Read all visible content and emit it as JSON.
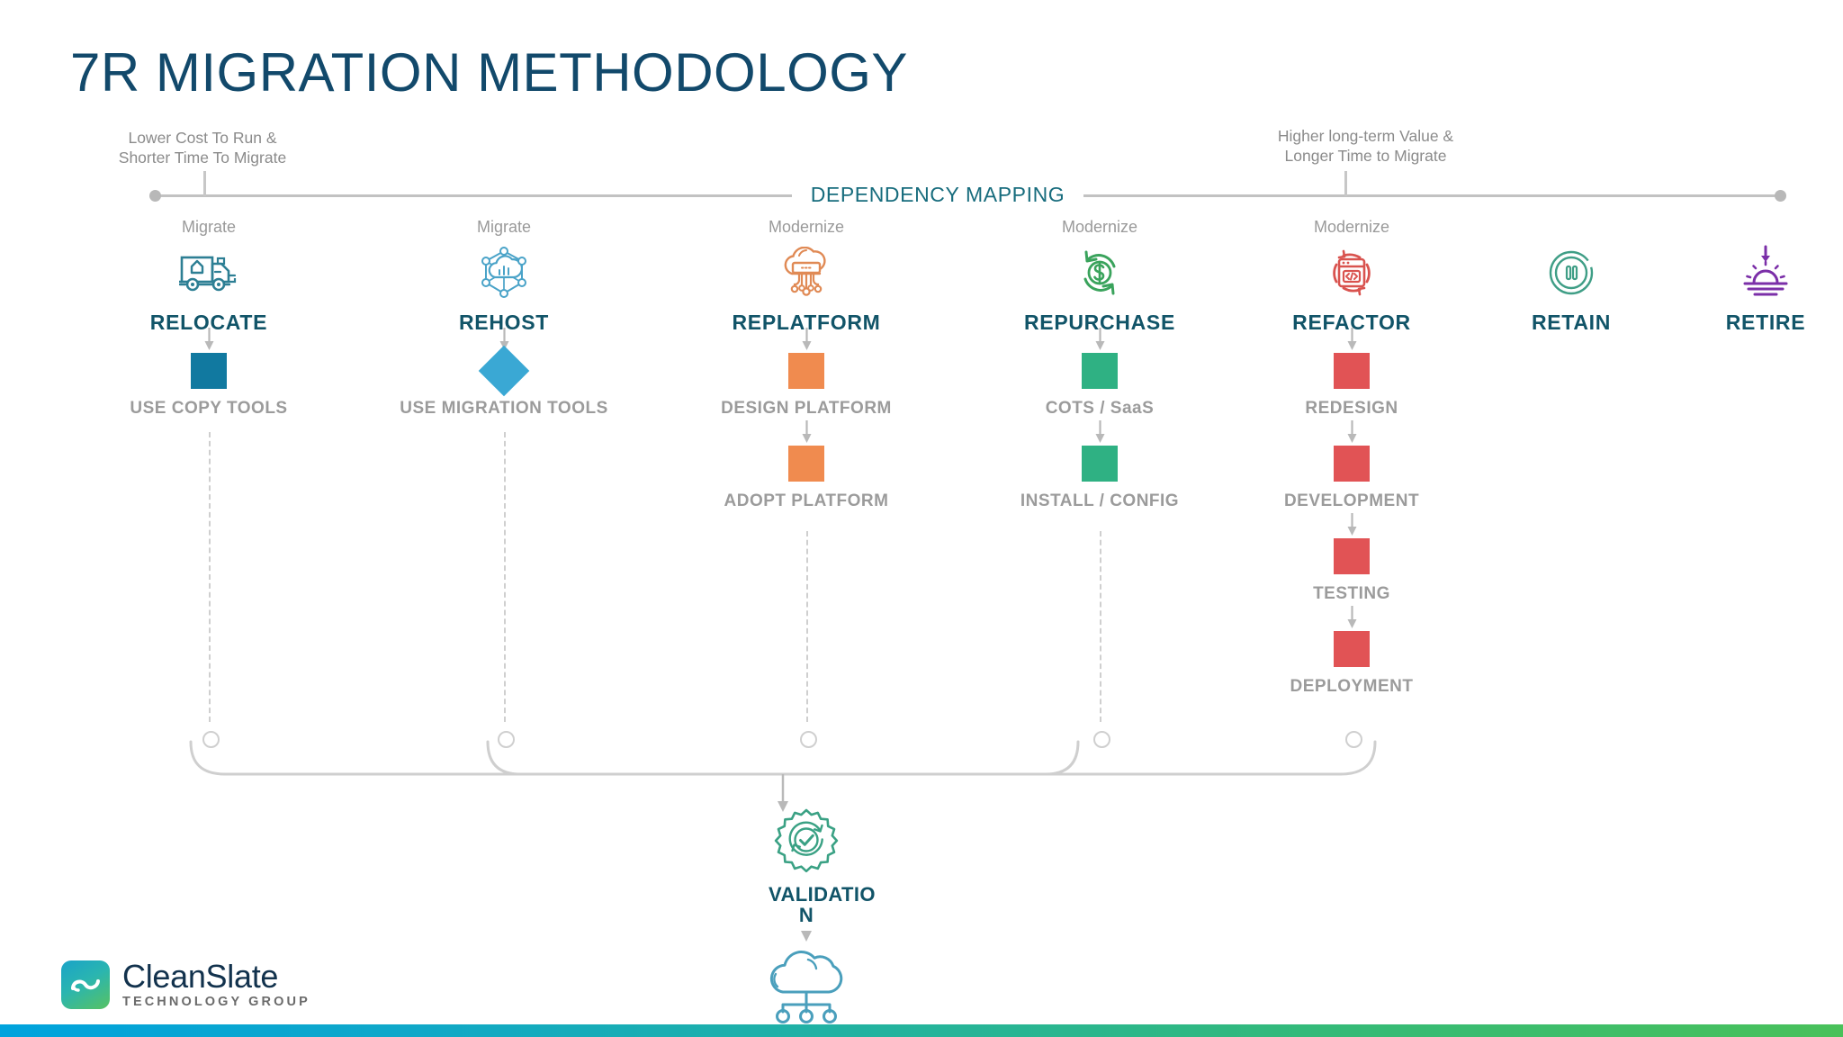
{
  "page": {
    "title": "7R MIGRATION METHODOLOGY"
  },
  "axis": {
    "left_caption": "Lower Cost To Run &\nShorter Time To Migrate",
    "right_caption": "Higher long-term Value &\nLonger Time to Migrate",
    "rail_label": "DEPENDENCY MAPPING"
  },
  "colors": {
    "title_navy": "#12496b",
    "heading_teal": "#115468",
    "rail_label_teal": "#176c7d",
    "muted_gray": "#9b9b9b",
    "relocate_node": "#1179a0",
    "rehost_node": "#3aa8d4",
    "replatform_node": "#f08b4f",
    "repurchase_node": "#2fb183",
    "refactor_node": "#e15355",
    "retire_purple": "#7b2fa8",
    "validation_green": "#3aa184",
    "cloud_blue": "#4a9fbc"
  },
  "columns": [
    {
      "kicker": "Migrate",
      "title": "RELOCATE",
      "icon": "moving-truck-icon",
      "node_color": "#1179a0",
      "node_shape": "square",
      "steps": [
        "USE COPY TOOLS"
      ]
    },
    {
      "kicker": "Migrate",
      "title": "REHOST",
      "icon": "cloud-network-nodes-icon",
      "node_color": "#3aa8d4",
      "node_shape": "diamond",
      "steps": [
        "USE MIGRATION TOOLS"
      ]
    },
    {
      "kicker": "Modernize",
      "title": "REPLATFORM",
      "icon": "cloud-server-icon",
      "node_color": "#f08b4f",
      "node_shape": "square",
      "steps": [
        "DESIGN PLATFORM",
        "ADOPT PLATFORM"
      ]
    },
    {
      "kicker": "Modernize",
      "title": "REPURCHASE",
      "icon": "dollar-refresh-icon",
      "node_color": "#2fb183",
      "node_shape": "square",
      "steps": [
        "COTS / SaaS",
        "INSTALL / CONFIG"
      ]
    },
    {
      "kicker": "Modernize",
      "title": "REFACTOR",
      "icon": "code-window-refresh-icon",
      "node_color": "#e15355",
      "node_shape": "square",
      "steps": [
        "REDESIGN",
        "DEVELOPMENT",
        "TESTING",
        "DEPLOYMENT"
      ]
    },
    {
      "kicker": "",
      "title": "RETAIN",
      "icon": "pause-circle-icon",
      "node_color": "",
      "node_shape": "",
      "steps": []
    },
    {
      "kicker": "",
      "title": "RETIRE",
      "icon": "sunset-down-arrow-icon",
      "node_color": "",
      "node_shape": "",
      "steps": []
    }
  ],
  "validation": {
    "icon": "gear-check-icon",
    "label_line1": "VALIDATIO",
    "label_line2": "N"
  },
  "final": {
    "icon": "cloud-network-icon"
  },
  "logo": {
    "name": "CleanSlate",
    "subtitle": "TECHNOLOGY GROUP",
    "mark": "cleanslate-swoosh-icon"
  }
}
